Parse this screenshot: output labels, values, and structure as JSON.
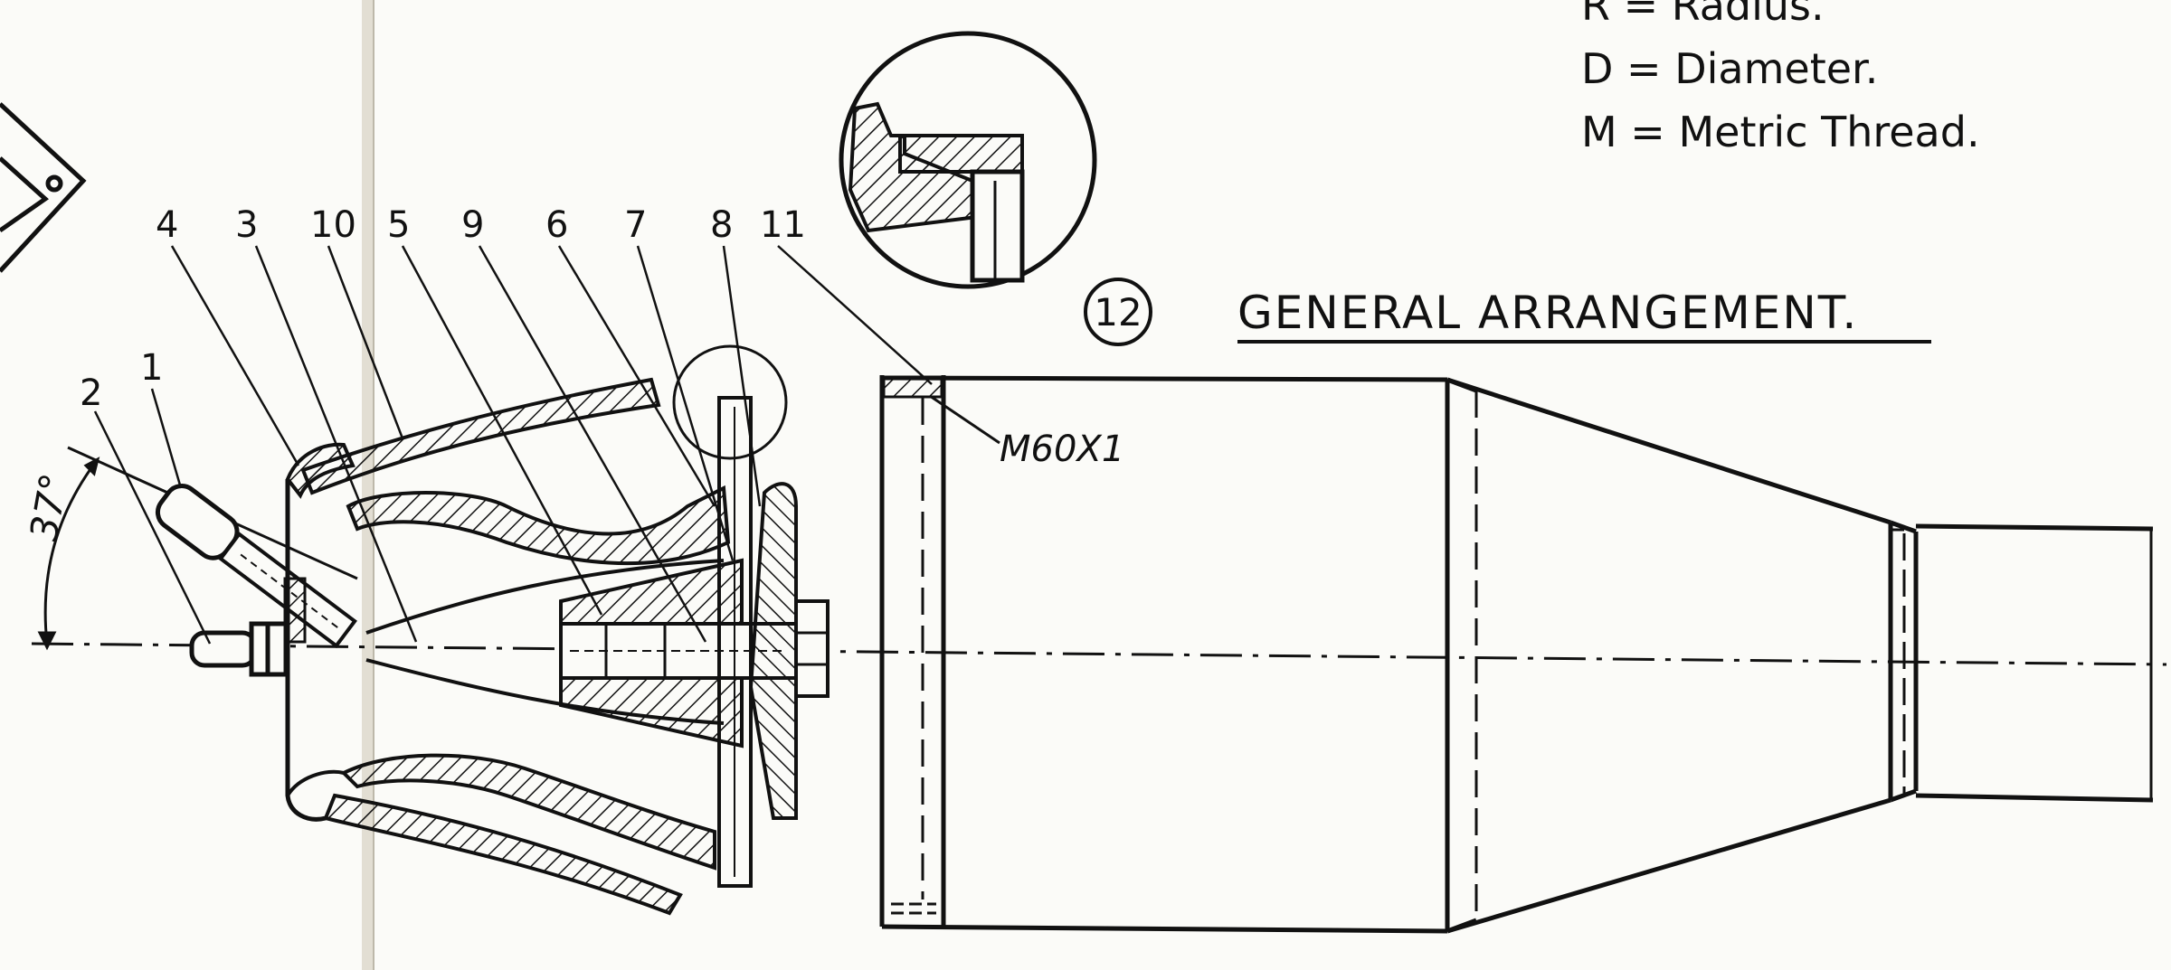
{
  "legend": {
    "radius": "R = Radius.",
    "diameter": "D = Diameter.",
    "metric": "M = Metric Thread."
  },
  "title": {
    "number": "12",
    "text": "GENERAL ARRANGEMENT."
  },
  "angle_label": "37°",
  "thread_label": "M60X1",
  "callouts": [
    "4",
    "3",
    "10",
    "5",
    "9",
    "6",
    "7",
    "8",
    "11",
    "2",
    "1"
  ],
  "colors": {
    "ink": "#111111",
    "paper": "#fbfbf8",
    "fold": "#d8d4c8"
  }
}
